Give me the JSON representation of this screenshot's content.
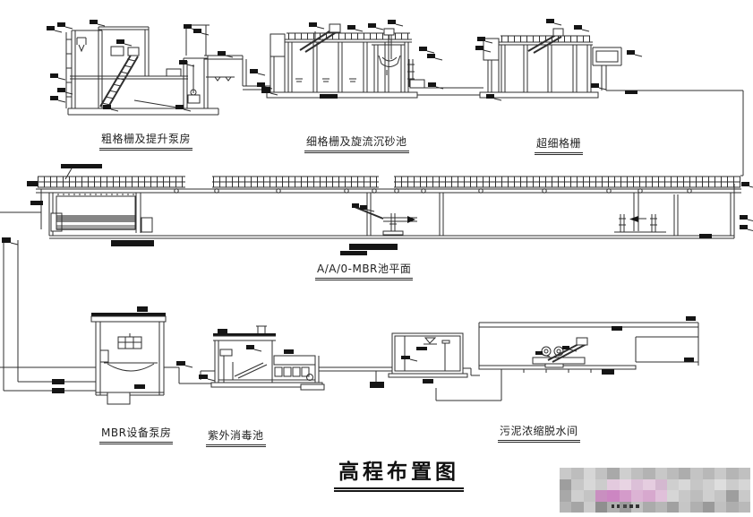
{
  "title": {
    "text": "高程布置图"
  },
  "structures": {
    "coarse_screen_pump_house": {
      "label": "粗格栅及提升泵房"
    },
    "fine_screen_grit_chamber": {
      "label": "细格栅及旋流沉砂池"
    },
    "ultrafine_screen": {
      "label": "超细格栅"
    },
    "aao_mbr_tank": {
      "label": "A/A/0-MBR池平面"
    },
    "mbr_pump_house": {
      "label": "MBR设备泵房"
    },
    "uv_disinfection": {
      "label": "紫外消毒池"
    },
    "sludge_dewatering": {
      "label": "污泥浓缩脱水间"
    }
  },
  "colors": {
    "line": "#2f2f2f",
    "marker": "#151515",
    "background": "#ffffff",
    "watermark_pink": "#cc86c2",
    "watermark_gray": "#b5b5b5"
  },
  "watermark": {
    "grid": [
      [
        "#c9c9c9",
        "#bdbdbd",
        "#d6d6d6",
        "#c2c2c2",
        "#a9a9a9",
        "#cfcfcf",
        "#bfbfbf",
        "#b3b3b3",
        "#c8c8c8",
        "#bbbbbb",
        "#adadad",
        "#c4c4c4",
        "#b8b8b8",
        "#c9c9c9",
        "#b5b5b5",
        "#c0c0c0"
      ],
      [
        "#9e9e9e",
        "#c7c7c7",
        "#d8d8d8",
        "#cccccc",
        "#e3cade",
        "#e8d4e3",
        "#dcc0d8",
        "#e5cde0",
        "#d4b8d0",
        "#cfcfcf",
        "#d8d8d8",
        "#c6c6c6",
        "#d0d0d0",
        "#dedede",
        "#cccccc",
        "#d6d6d6"
      ],
      [
        "#a8a8a8",
        "#cfcfcf",
        "#c4c4c4",
        "#c98fc0",
        "#cc86c2",
        "#d49bca",
        "#dcb3d4",
        "#d7a8ce",
        "#e0c0da",
        "#d6d6d6",
        "#c8c8c8",
        "#bdbdbd",
        "#cfcfcf",
        "#c4c4c4",
        "#9e9e9e",
        "#c9c9c9"
      ],
      [
        "#b5b5b5",
        "#a5a5a5",
        "#cccccc",
        "#8f8f8f",
        "#b0b0b0",
        "#9b9b9b",
        "#c2c2c2",
        "#ababab",
        "#b7b7b7",
        "#a1a1a1",
        "#c6c6c6",
        "#b0b0b0",
        "#9a9a9a",
        "#c0c0c0",
        "#aeaeae",
        "#b9b9b9"
      ]
    ]
  }
}
